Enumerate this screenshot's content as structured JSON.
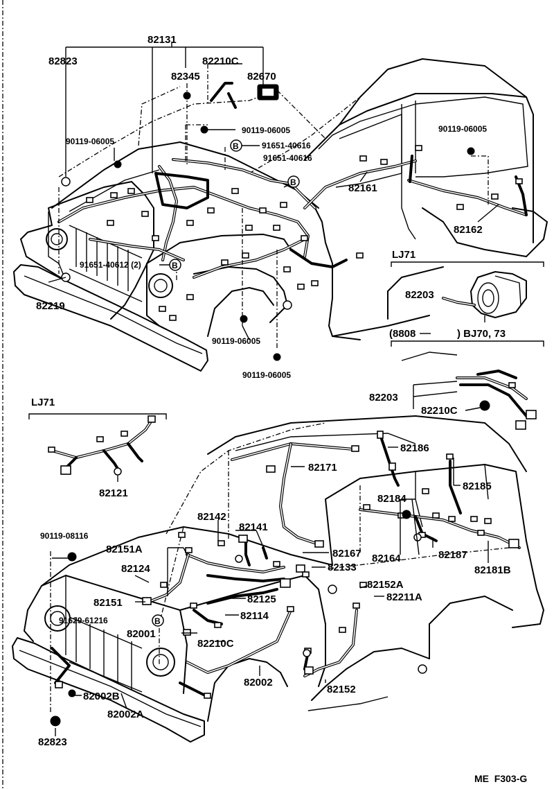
{
  "labels": {
    "top": {
      "l82131": "82131",
      "l82823": "82823",
      "l82210C": "82210C",
      "l82345": "82345",
      "l82670": "82670",
      "l90119_06005_a": "90119-06005",
      "l90119_06005_b": "90119-06005",
      "l90119_06005_c": "90119-06005",
      "l90119_06005_d": "90119-06005",
      "l90119_06005_e": "90119-06005",
      "l91651_40616_a": "91651-40616",
      "l91651_40616_b": "91651-40616",
      "l91651_40612": "91651-40612 (2)",
      "l82161": "82161",
      "l82162": "82162",
      "l82219": "82219"
    },
    "inset": {
      "lj71_a": "LJ71",
      "l82203_a": "82203",
      "range_start": "(8808",
      "range_end": ") BJ70, 73",
      "l82203_b": "82203",
      "l82210C_b": "82210C",
      "lj71_b": "LJ71",
      "l82121": "82121"
    },
    "bottom": {
      "l82186": "82186",
      "l82171": "82171",
      "l82185": "82185",
      "l82184": "82184",
      "l82142": "82142",
      "l82141": "82141",
      "l90119_08116": "90119-08116",
      "l82151A": "82151A",
      "l82167": "82167",
      "l82164": "82164",
      "l82187": "82187",
      "l82124": "82124",
      "l82133": "82133",
      "l82181B": "82181B",
      "l82152A": "82152A",
      "l82211A": "82211A",
      "l82151": "82151",
      "l82125": "82125",
      "l82114": "82114",
      "l91629_61216": "91629-61216",
      "l82001": "82001",
      "l82210C_c": "82210C",
      "l82002": "82002",
      "l82152": "82152",
      "l82002B": "82002B",
      "l82002A": "82002A",
      "l82823_b": "82823"
    },
    "footer": "ME  F303-G",
    "marker_b": "B"
  }
}
